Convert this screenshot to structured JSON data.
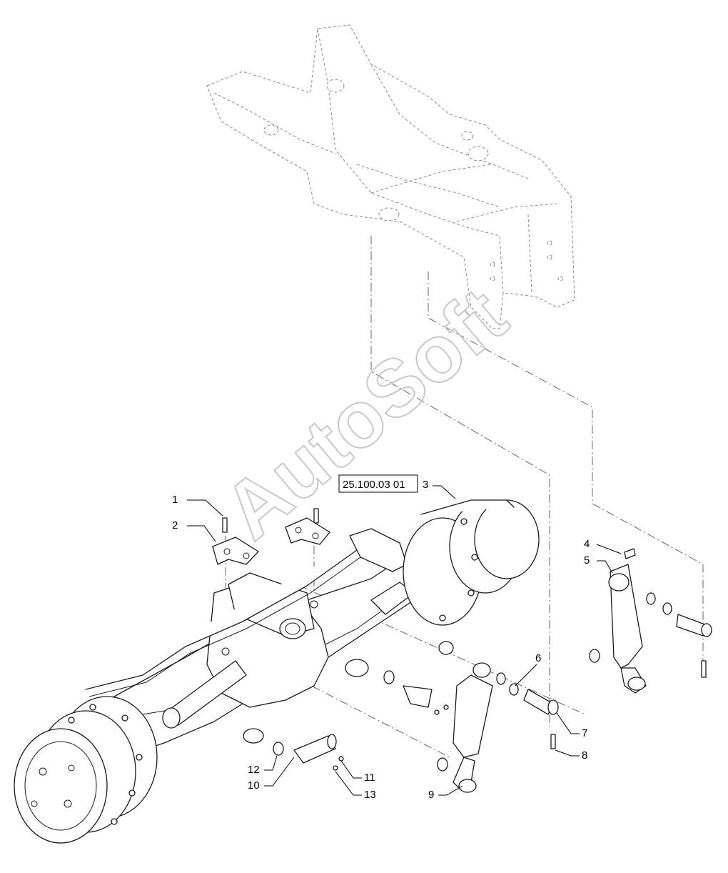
{
  "reference_label": "25.100.03 01",
  "watermark": "AutoSoft",
  "callouts": {
    "c1": "1",
    "c2": "2",
    "c3": "3",
    "c4": "4",
    "c5": "5",
    "c6": "6",
    "c7": "7",
    "c8": "8",
    "c9": "9",
    "c10": "10",
    "c11": "11",
    "c12": "12",
    "c13": "13"
  },
  "colors": {
    "line": "#1a1a1a",
    "ghost": "#8a8a8a",
    "watermark": "#c8c8c8"
  }
}
